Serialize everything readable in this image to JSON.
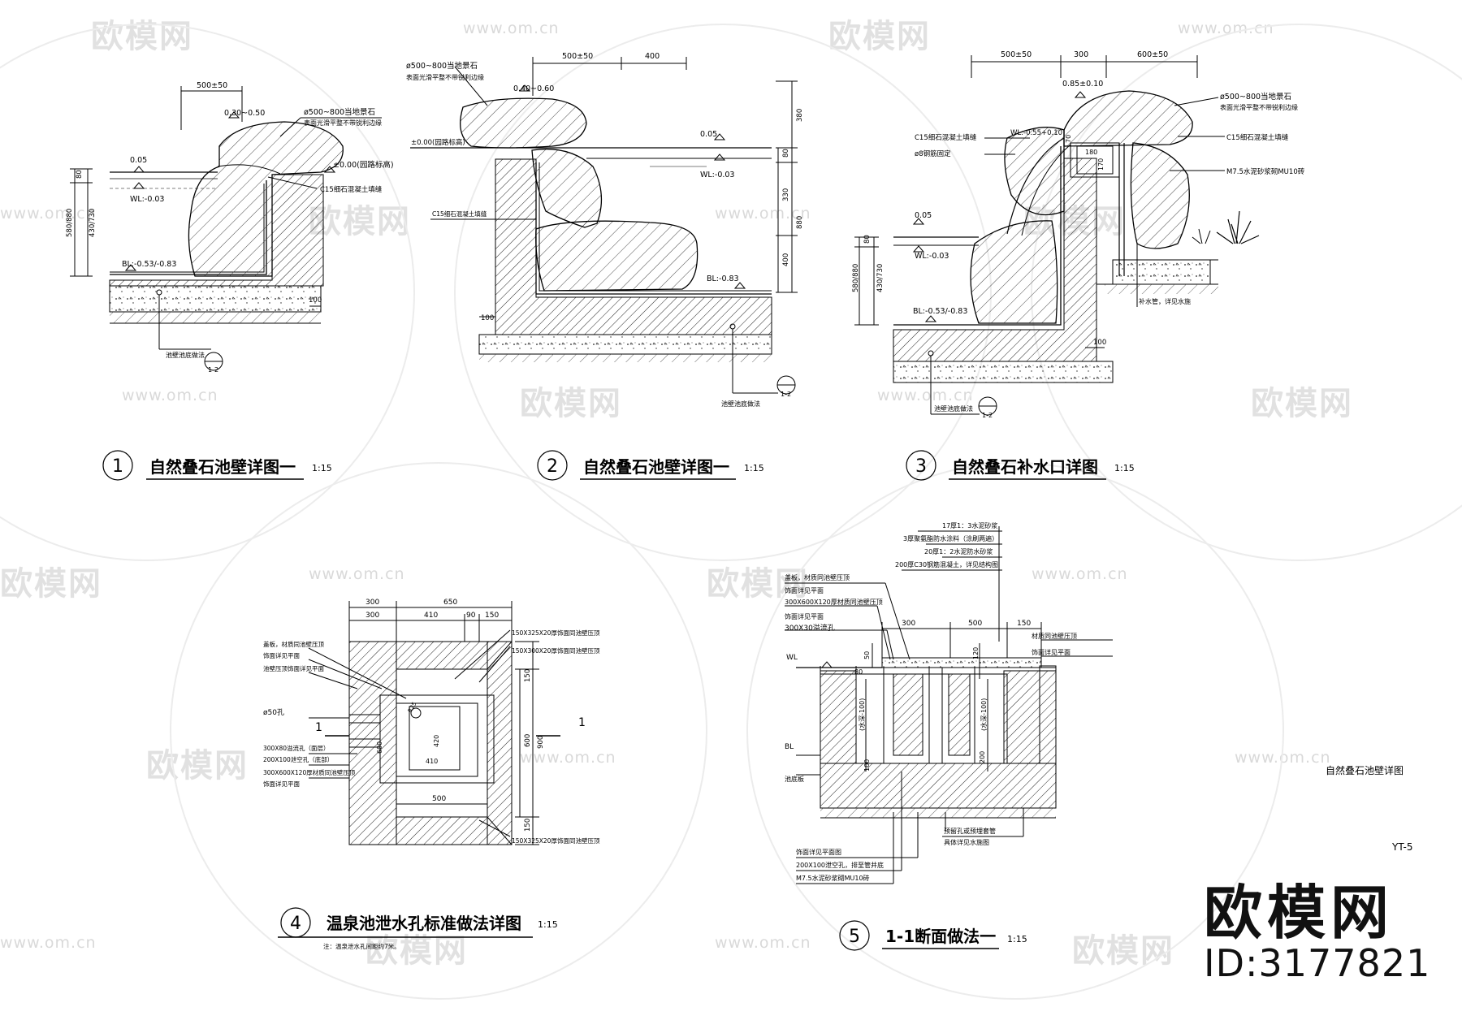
{
  "watermark": {
    "logo": "欧模网",
    "url": "www.om.cn"
  },
  "brand": {
    "name": "欧模网",
    "id": "ID:3177821"
  },
  "sheet": {
    "title": "自然叠石池壁详图",
    "number": "YT-5"
  },
  "details": [
    {
      "num": "1",
      "title": "自然叠石池壁详图一",
      "scale": "1:15"
    },
    {
      "num": "2",
      "title": "自然叠石池壁详图一",
      "scale": "1:15"
    },
    {
      "num": "3",
      "title": "自然叠石补水口详图",
      "scale": "1:15"
    },
    {
      "num": "4",
      "title": "温泉池泄水孔标准做法详图",
      "scale": "1:15",
      "note": "注：温泉泄水孔间距约7米。"
    },
    {
      "num": "5",
      "title": "1-1断面做法一",
      "scale": "1:15"
    }
  ],
  "d1": {
    "dim_top": "500±50",
    "rock_h": "0.30~0.50",
    "rock_note": "ø500~800当地景石",
    "rock_note2": "表面光滑平整不带锐利边缘",
    "top_level": "±0.00(园路标高)",
    "wl_mark": "0.05",
    "wl": "WL:-0.03",
    "conc": "C15细石混凝土填缝",
    "bl": "BL:-0.53/-0.83",
    "dim_80": "80",
    "dim_430": "430/730",
    "dim_580": "580/880",
    "dim_100": "100",
    "ref": "池壁池底做法",
    "sec": "1-2"
  },
  "d2": {
    "rock_note": "ø500~800当地景石",
    "rock_note2": "表面光滑平整不带锐利边缘",
    "rock_h": "0.40~0.60",
    "dim_500": "500±50",
    "dim_400": "400",
    "top_level": "±0.00(园路标高)",
    "wl_mark": "0.05",
    "wl": "WL:-0.03",
    "conc": "C15细石混凝土填缝",
    "bl": "BL:-0.83",
    "dims_r": [
      "380",
      "80",
      "330",
      "880",
      "400"
    ],
    "dim_100": "100",
    "ref": "池壁池底做法",
    "sec": "1-2"
  },
  "d3": {
    "dim_a": "500±50",
    "dim_b": "300",
    "dim_c": "600±50",
    "rock_h": "0.85±0.10",
    "rock_note": "ø500~800当地景石",
    "rock_note2": "表面光滑平整不带锐利边缘",
    "c15": "C15细石混凝土填缝",
    "rebar": "ø8钢筋固定",
    "wl_top": "WL:-0.55+0.10",
    "m75": "M7.5水泥砂浆砌MU10砖",
    "dim_180": "180",
    "dim_170": "170",
    "dim_70": "70",
    "wl_mark": "0.05",
    "wl": "WL:-0.03",
    "bl": "BL:-0.53/-0.83",
    "dim_80": "80",
    "dim_430": "430/730",
    "dim_580": "580/880",
    "dim_100": "100",
    "supply": "补水管，详见水施",
    "ref": "池壁池底做法",
    "sec": "1-2"
  },
  "d4": {
    "dims_top": [
      "300",
      "650"
    ],
    "dims_row": [
      "300",
      "410",
      "90",
      "150"
    ],
    "left_notes": [
      "盖板，材质同池壁压顶",
      "饰面详见平面",
      "池壁压顶饰面详见平面"
    ],
    "hole": "ø50孔",
    "sec_mark": "1",
    "notes_low": [
      "300X80溢流孔（面层）",
      "200X100泄空孔（底部）",
      "300X600X120厚材质同池壁压顶",
      "饰面详见平面"
    ],
    "r_notes": [
      "150X325X20厚饰面同池壁压顶",
      "150X300X20厚饰面同池壁压顶",
      "150X325X20厚饰面同池壁压顶"
    ],
    "dims_v": [
      "150",
      "600",
      "900",
      "150"
    ],
    "inner": [
      "R25",
      "420",
      "410",
      "600"
    ],
    "dim_500": "500"
  },
  "d5": {
    "layers": [
      "17厚1：3水泥砂浆",
      "3厚聚氨酯防水涂料（涂刷两遍）",
      "20厚1：2水泥防水砂浆",
      "200厚C30钢筋混凝土，详见结构图"
    ],
    "left_notes": [
      "盖板，材质同池壁压顶",
      "饰面详见平面",
      "300X600X120厚材质同池壁压顶",
      "饰面详见平面",
      "300X30溢流孔"
    ],
    "dims_top": [
      "300",
      "500",
      "150"
    ],
    "right_notes": [
      "材质同池壁压顶",
      "饰面详见平面"
    ],
    "wl": "WL",
    "bl": "BL",
    "bottom": "池底板",
    "v_dims": [
      "50",
      "80",
      "120",
      "100",
      "200"
    ],
    "inner": [
      "(水深-100)",
      "(水深-100)"
    ],
    "pipe": [
      "预留孔或预埋套管",
      "具体详见水施图"
    ],
    "bottom_notes": [
      "饰面详见平面图",
      "200X100泄空孔，排至管井底",
      "M7.5水泥砂浆砌MU10砖"
    ]
  }
}
